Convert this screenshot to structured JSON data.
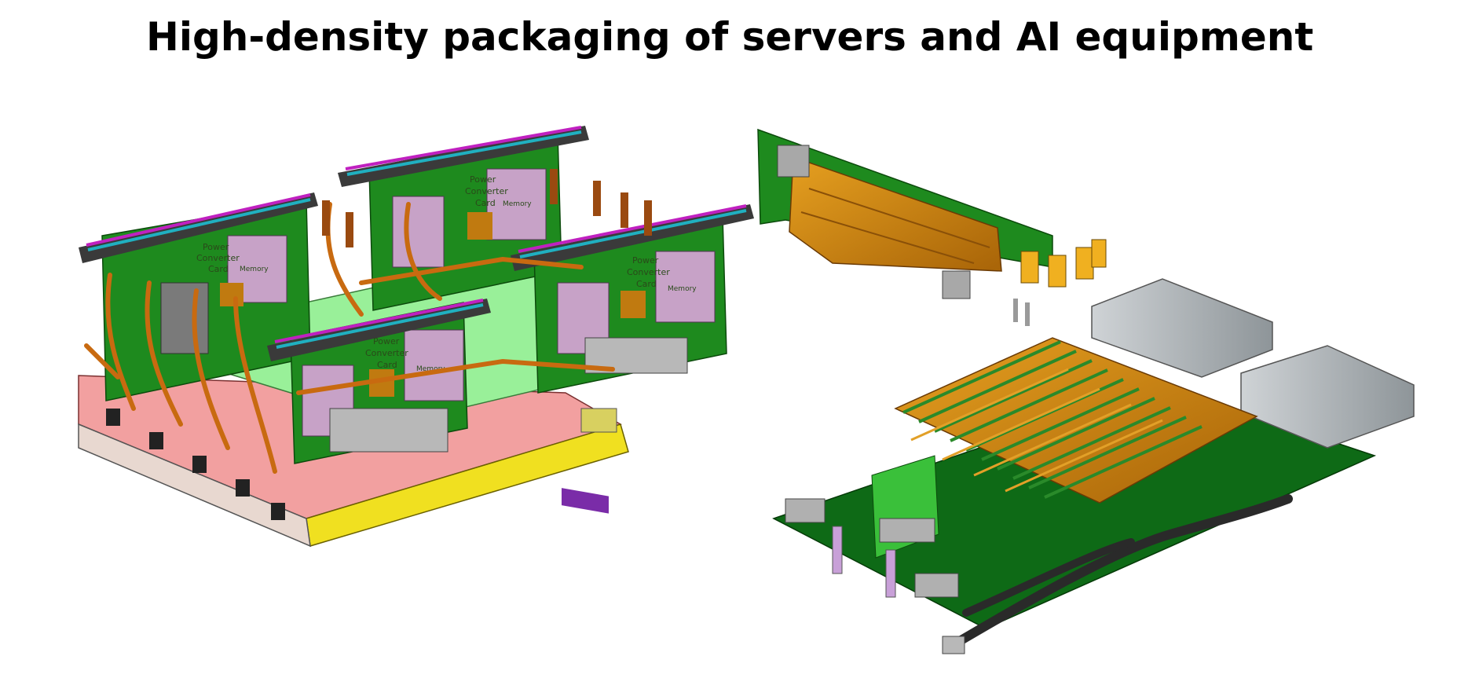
{
  "title": "High-density packaging of servers and AI equipment",
  "left_assembly": {
    "modules": [
      {
        "power_label": "Power",
        "converter_label": "Converter",
        "card_label": "Card",
        "memory_label": "Memory"
      },
      {
        "power_label": "Power",
        "converter_label": "Converter",
        "card_label": "Card",
        "memory_label": "Memory"
      },
      {
        "power_label": "Power",
        "converter_label": "Converter",
        "card_label": "Card",
        "memory_label": "Memory"
      },
      {
        "power_label": "Power",
        "converter_label": "Converter",
        "card_label": "Card",
        "memory_label": "Memory"
      }
    ]
  },
  "colors": {
    "pcb_green": "#1e8a1e",
    "copper": "#c07a10",
    "memory_pink": "#c7a2c7",
    "chassis_pink": "#f2a0a0",
    "chassis_yellow": "#f0e020",
    "base_lightgreen": "#99f099",
    "heat_sink_gray": "#a8a8a8",
    "cable_dark": "#333333"
  }
}
